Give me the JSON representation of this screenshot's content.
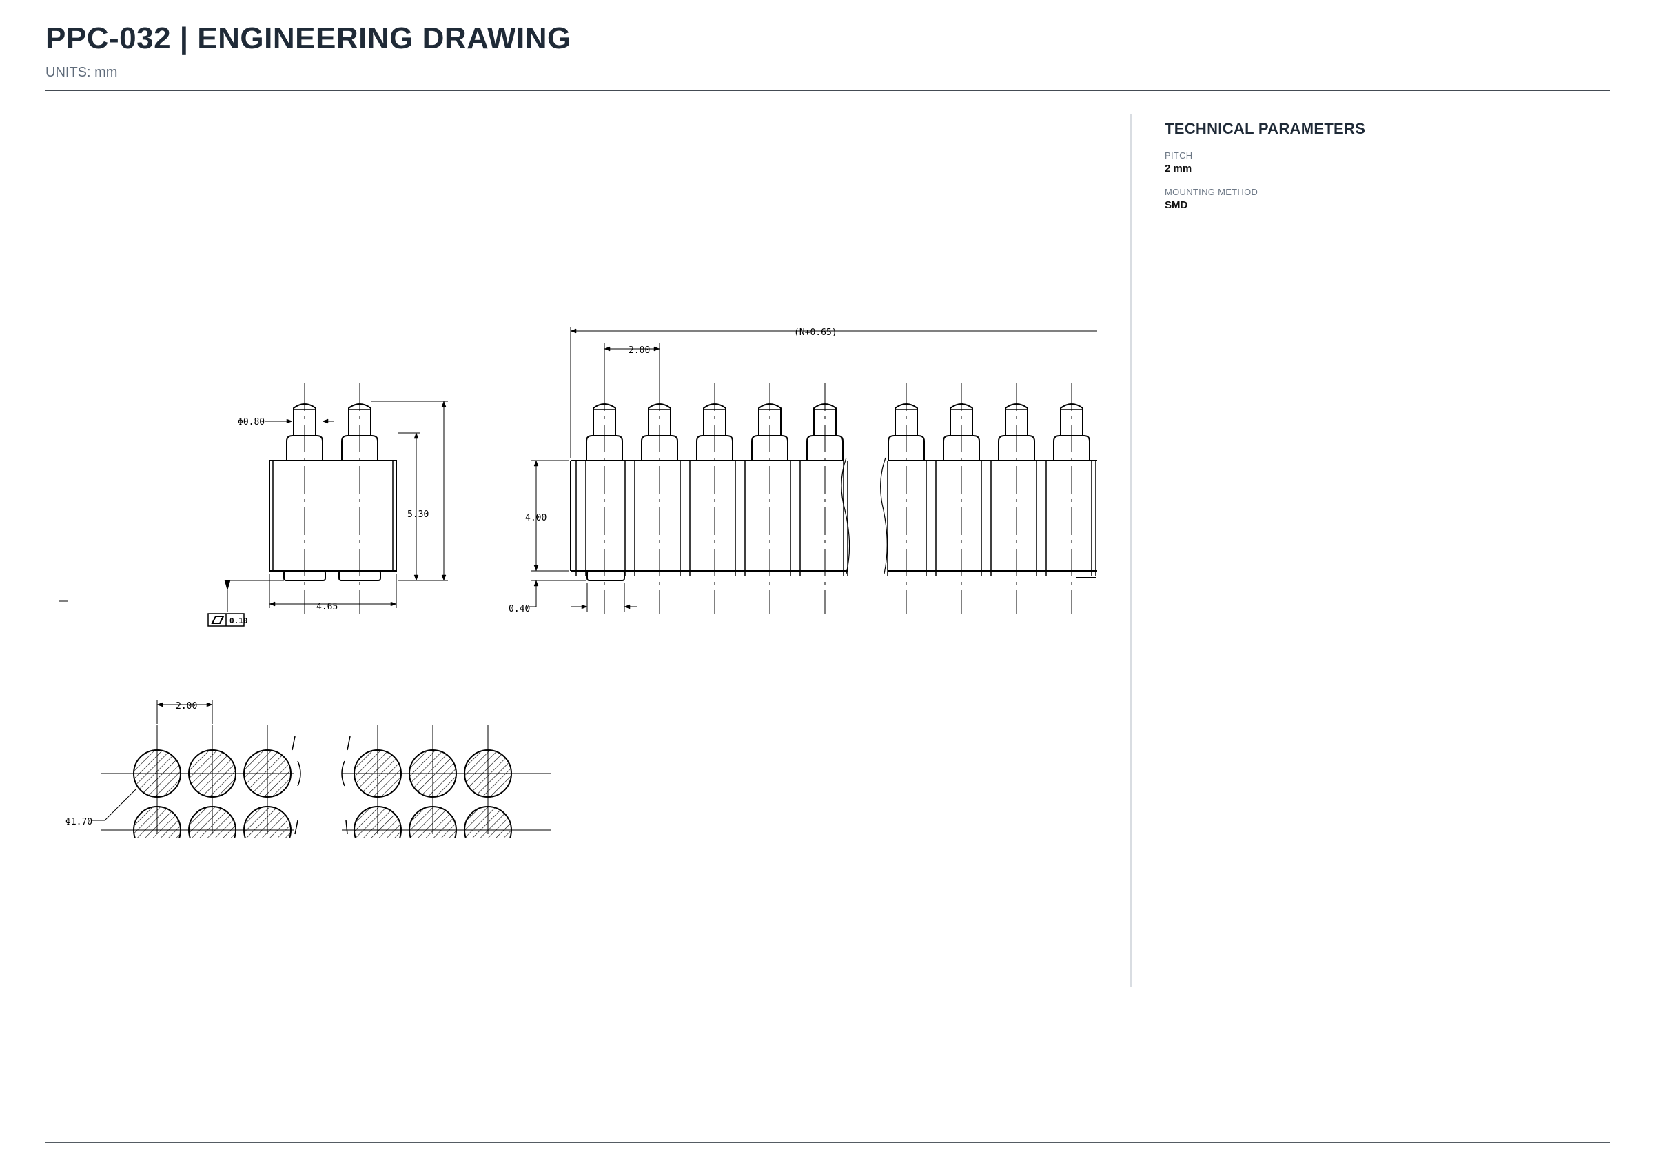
{
  "header": {
    "title": "PPC-032  |  ENGINEERING DRAWING",
    "units": "UNITS: mm"
  },
  "parameters": {
    "heading": "TECHNICAL PARAMETERS",
    "items": [
      {
        "label": "PITCH",
        "value": "2 mm"
      },
      {
        "label": "MOUNTING METHOD",
        "value": "SMD"
      }
    ]
  },
  "drawing": {
    "side_view": {
      "pin_diameter": "Φ0.80",
      "height": "5.30",
      "width": "4.65",
      "flatness_value": "0.10"
    },
    "front_view": {
      "overall_length": "(N+0.65)",
      "pitch": "2.00",
      "body_height": "4.00",
      "standoff": "0.40"
    },
    "pad_layout": {
      "pitch": "2.00",
      "pad_diameter": "Φ1.70"
    },
    "colors": {
      "line": "#000000",
      "text": "#1f2a37"
    }
  }
}
